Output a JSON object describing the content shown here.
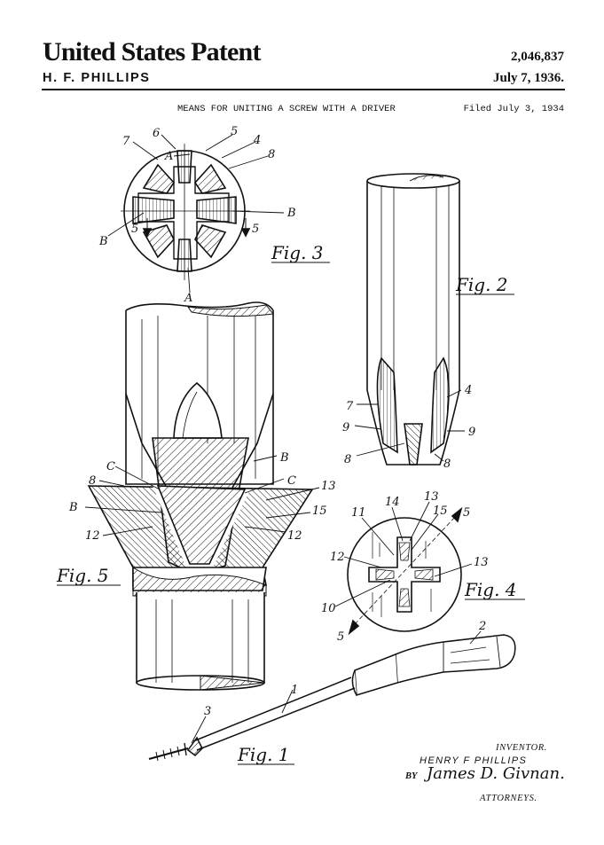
{
  "header": {
    "title": "United States Patent",
    "patent_number": "2,046,837",
    "inventor_short": "H. F. PHILLIPS",
    "date": "July 7, 1936.",
    "subtitle": "MEANS FOR UNITING A SCREW WITH A DRIVER",
    "filed": "Filed July 3, 1934"
  },
  "figures": {
    "fig1": {
      "label": "Fig. 1",
      "refs": [
        "1",
        "2",
        "3"
      ]
    },
    "fig2": {
      "label": "Fig. 2",
      "refs": [
        "4",
        "7",
        "8",
        "8",
        "9",
        "9"
      ]
    },
    "fig3": {
      "label": "Fig. 3",
      "refs": [
        "4",
        "5",
        "6",
        "7",
        "8",
        "A",
        "A",
        "B",
        "B"
      ],
      "section_marks": [
        "5",
        "5"
      ]
    },
    "fig4": {
      "label": "Fig. 4",
      "refs": [
        "10",
        "11",
        "12",
        "13",
        "13",
        "14",
        "15"
      ],
      "section_marks": [
        "5",
        "5"
      ]
    },
    "fig5": {
      "label": "Fig. 5",
      "refs": [
        "8",
        "B",
        "B",
        "C",
        "C",
        "12",
        "12",
        "13",
        "15"
      ]
    }
  },
  "signature": {
    "inventor_caption": "INVENTOR.",
    "inventor_name": "HENRY F PHILLIPS",
    "by": "BY",
    "attorney_signature": "James D. Givnan.",
    "attorneys_caption": "ATTORNEYS."
  }
}
